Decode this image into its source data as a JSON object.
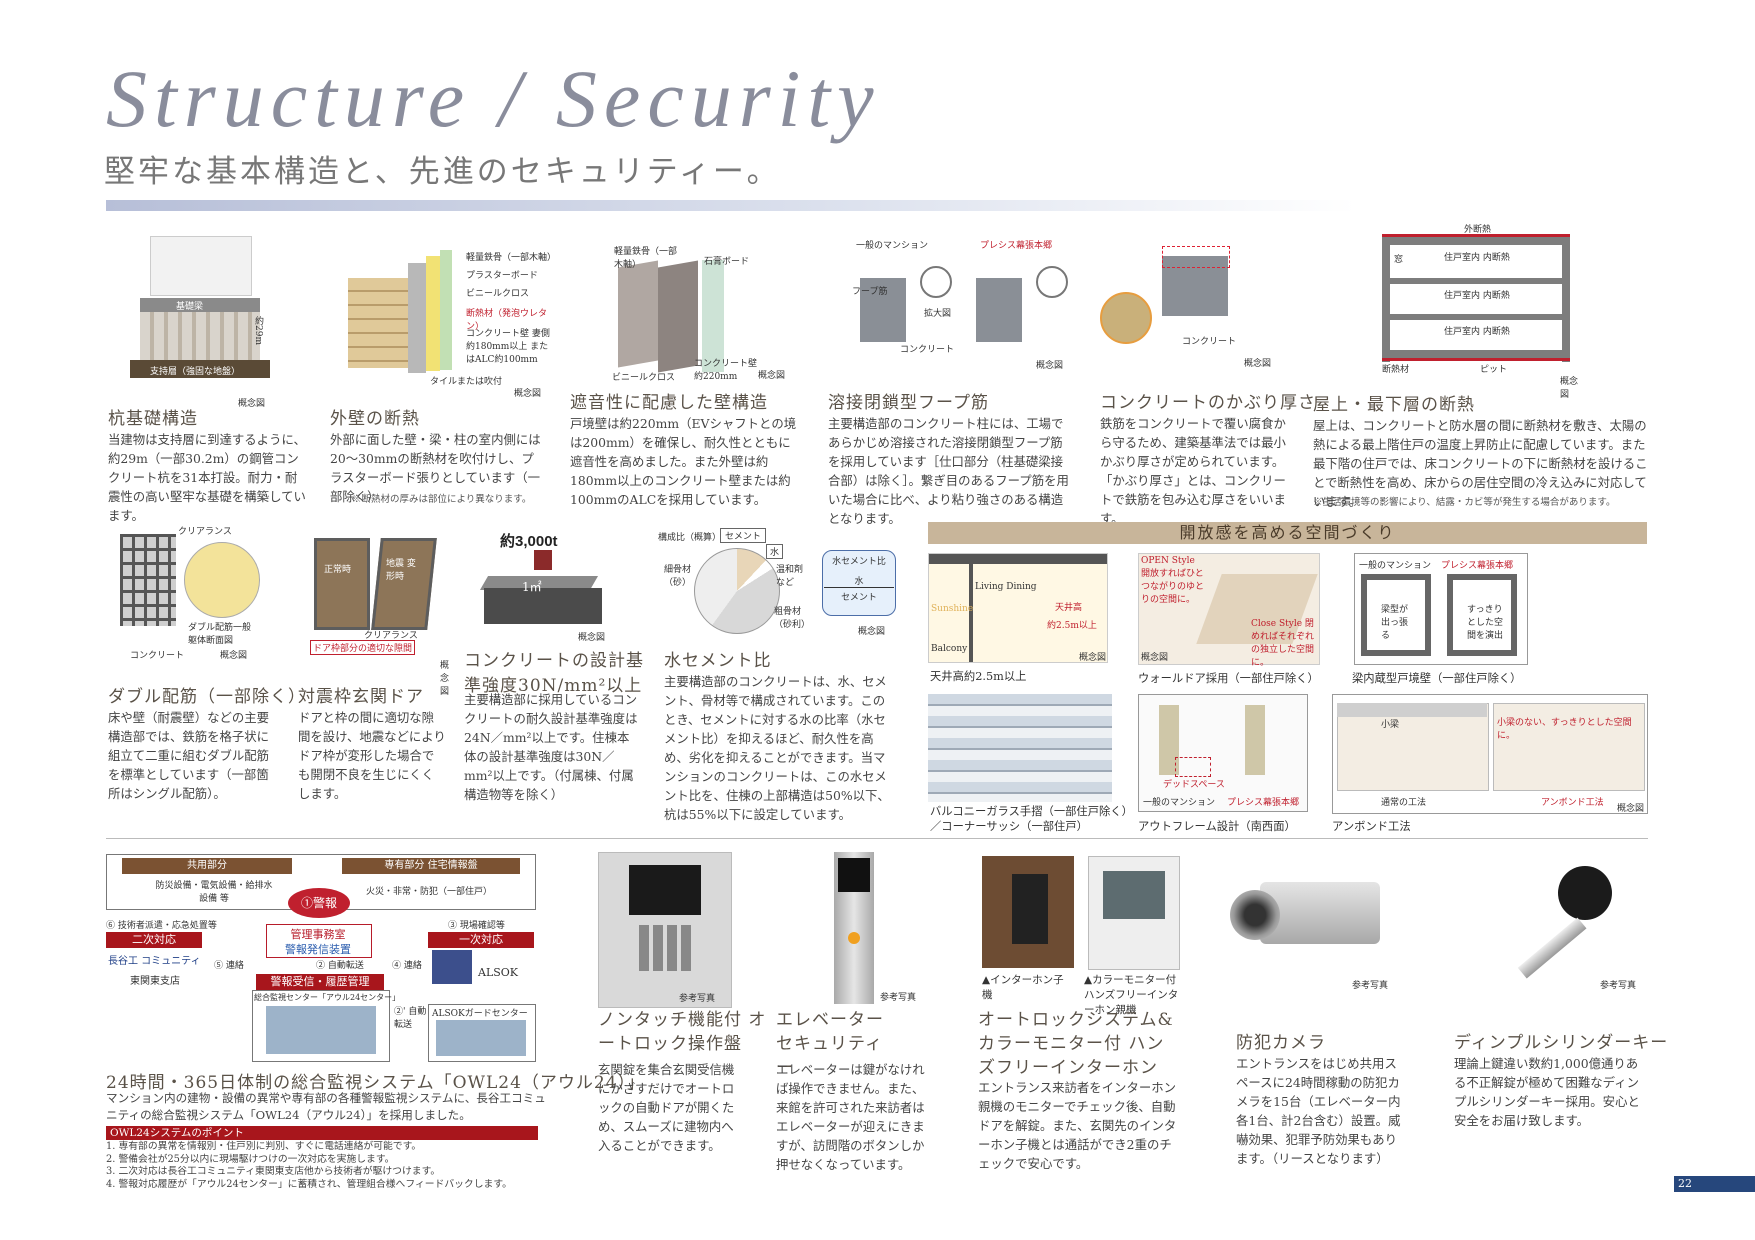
{
  "header": {
    "title_en": "Structure / Security",
    "title_jp": "堅牢な基本構造と、先進のセキュリティー。"
  },
  "structure": [
    {
      "heading": "杭基礎構造",
      "body": "当建物は支持層に到達するように、約29m（一部30.2m）の鋼管コンクリート杭を31本打設。耐力・耐震性の高い堅牢な基礎を構築しています。",
      "labels": {
        "beam": "基礎梁",
        "layer": "支持層（強固な地盤）",
        "depth": "約29m",
        "concept": "概念図"
      }
    },
    {
      "heading": "外壁の断熱",
      "body": "外部に面した壁・梁・柱の室内側には20〜30mmの断熱材を吹付けし、プラスターボード張りとしています（一部除く）",
      "note": "※断熱材の厚みは部位により異なります。",
      "labels": [
        "軽量鉄骨（一部木軸）",
        "プラスターボード",
        "ビニールクロス",
        "断熱材（発泡ウレタン）",
        "コンクリート壁 妻側約180mm以上 またはALC約100mm",
        "タイルまたは吹付",
        "概念図"
      ]
    },
    {
      "heading": "遮音性に配慮した壁構造",
      "body": "戸境壁は約220mm（EVシャフトとの境は200mm）を確保し、耐久性とともに遮音性を高めました。また外壁は約180mm以上のコンクリート壁または約100mmのALCを採用しています。",
      "labels": [
        "軽量鉄骨（一部木軸）",
        "石膏ボード",
        "コンクリート壁 約220mm",
        "ビニールクロス",
        "概念図"
      ]
    },
    {
      "heading": "溶接閉鎖型フープ筋",
      "body": "主要構造部のコンクリート柱には、工場であらかじめ溶接された溶接閉鎖型フープ筋を採用しています［仕口部分（柱基礎梁接合部）は除く］。繋ぎ目のあるフープ筋を用いた場合に比べ、より粘り強さのある構造となります。",
      "labels": [
        "一般のマンション",
        "プレシス幕張本郷",
        "フープ筋",
        "拡大図",
        "コンクリート",
        "概念図"
      ]
    },
    {
      "heading": "コンクリートのかぶり厚さ",
      "body": "鉄筋をコンクリートで覆い腐食から守るため、建築基準法では最小かぶり厚さが定められています。「かぶり厚さ」とは、コンクリートで鉄筋を包み込む厚さをいいます。",
      "labels": [
        "コンクリート",
        "概念図"
      ]
    },
    {
      "heading": "屋上・最下層の断熱",
      "body": "屋上は、コンクリートと防水層の間に断熱材を敷き、太陽の熱による最上階住戸の温度上昇防止に配慮しています。また最下階の住戸では、床コンクリートの下に断熱材を設けることで断熱性を高め、床からの居住空間の冷え込みに対応しています。",
      "note": "※生活環境等の影響により、結露・カビ等が発生する場合があります。",
      "labels": [
        "外断熱",
        "窓",
        "住戸室内 内断熱",
        "断熱材",
        "ピット",
        "概念図"
      ]
    },
    {
      "heading": "ダブル配筋（一部除く）",
      "body": "床や壁（耐震壁）などの主要構造部では、鉄筋を格子状に組立て二重に組むダブル配筋を標準としています（一部箇所はシングル配筋）。",
      "labels": [
        "クリアランス",
        "ダブル配筋一般 躯体断面図",
        "コンクリート",
        "概念図"
      ]
    },
    {
      "heading": "対震枠玄関ドア",
      "body": "ドアと枠の間に適切な隙間を設け、地震などによりドア枠が変形した場合でも開閉不良を生じにくくします。",
      "labels": [
        "正常時",
        "地震 変形時",
        "クリアランス",
        "ドア枠部分の適切な隙間",
        "概念図"
      ]
    },
    {
      "heading": "コンクリートの設計基準強度30N/mm²以上",
      "body": "主要構造部に採用しているコンクリートの耐久設計基準強度は24N／mm²以上です。住棟本体の設計基準強度は30N／mm²以上です。（付属棟、付属構造物等を除く）",
      "labels": {
        "weight": "約3,000t",
        "area": "1㎡",
        "concept": "概念図"
      }
    },
    {
      "heading": "水セメント比",
      "body": "主要構造部のコンクリートは、水、セメント、骨材等で構成されています。このとき、セメントに対する水の比率（水セメント比）を抑えるほど、耐久性を高め、劣化を抑えることができます。当マンションのコンクリートは、この水セメント比を、住棟の上部構造は50%以下、杭は55%以下に設定しています。",
      "labels": [
        "構成比（概算）",
        "セメント",
        "水",
        "温和剤など",
        "粗骨材（砂利）",
        "細骨材（砂）",
        "水セメント比",
        "水",
        "セメント",
        "概念図"
      ]
    }
  ],
  "space": {
    "band_title": "開放感を高める空間づくり",
    "items": [
      {
        "caption": "天井高約2.5m以上",
        "labels": [
          "Living Dining",
          "Sunshine",
          "Balcony",
          "天井高",
          "約2.5m以上",
          "概念図"
        ]
      },
      {
        "caption": "ウォールドア採用（一部住戸除く）",
        "labels": [
          "OPEN Style 開放すればひとつながりのゆとりの空間に。",
          "Close Style 閉めればそれぞれの独立した空間に。",
          "概念図"
        ]
      },
      {
        "caption": "梁内蔵型戸境壁（一部住戸除く）",
        "labels": [
          "一般のマンション",
          "プレシス幕張本郷",
          "梁型が出っ張る",
          "すっきりとした空間を演出"
        ]
      },
      {
        "caption": "バルコニーガラス手摺（一部住戸除く）／コーナーサッシ（一部住戸）"
      },
      {
        "caption": "アウトフレーム設計（南西面）",
        "labels": [
          "デッドスペース",
          "一般のマンション",
          "プレシス幕張本郷"
        ]
      },
      {
        "caption": "アンボンド工法",
        "labels": [
          "小梁",
          "小梁のない、すっきりとした空間に。",
          "通常の工法",
          "アンボンド工法",
          "概念図"
        ]
      }
    ]
  },
  "security": {
    "diagram": {
      "common": "共用部分",
      "private": "専有部分 住宅情報盤",
      "common_items": "防災設備・電気設備・給排水設備 等",
      "private_items": "火災・非常・防犯（一部住戸）",
      "alarm": "①警報",
      "mgmt": "管理事務室",
      "mgmt2": "警報発信装置",
      "step2": "② 自動転送",
      "step2b": "②' 自動転送",
      "step3": "③ 現場確認等",
      "step4": "④ 連絡",
      "step5": "⑤ 連絡",
      "step6": "⑥ 技術者派遣・応急処置等",
      "second": "二次対応",
      "first": "一次対応",
      "company": "長谷工 コミュニティ",
      "branch": "東関東支店",
      "alsok": "ALSOK",
      "center": "警報受信・履歴管理",
      "center_sub": "総合監視センター「アウル24センター」",
      "guard": "ALSOKガードセンター"
    },
    "owl_heading": "24時間・365日体制の総合監視システム「OWL24（アウル24）」",
    "owl_body": "マンション内の建物・設備の異常や専有部の各種警報監視システムに、長谷工コミュニティの総合監視システム「OWL24（アウル24）」を採用しました。",
    "owl_points_title": "OWL24システムのポイント",
    "owl_points": [
      "1. 専有部の異常を情報別・住戸別に判別、すぐに電話連絡が可能です。",
      "2. 警備会社が25分以内に現場駆けつけの一次対応を実施します。",
      "3. 二次対応は長谷工コミュニティ東関東支店他から技術者が駆けつけます。",
      "4. 警報対応履歴が「アウル24センター」に蓄積され、管理組合様へフィードバックします。"
    ],
    "features": [
      {
        "heading": "ノンタッチ機能付 オートロック操作盤",
        "body": "玄関錠を集合玄関受信機にかざすだけでオートロックの自動ドアが開くため、スムーズに建物内へ入ることができます。",
        "ref": "参考写真"
      },
      {
        "heading": "エレベーター セキュリティー",
        "body": "エレベーターは鍵がなければ操作できません。また、来館を許可された来訪者はエレベーターが迎えにきますが、訪問階のボタンしか押せなくなっています。",
        "ref": "参考写真"
      },
      {
        "heading": "オートロックシステム& カラーモニター付 ハンズフリーインターホン",
        "body": "エントランス来訪者をインターホン親機のモニターでチェック後、自動ドアを解錠。また、玄関先のインターホン子機とは通話ができ2重のチェックで安心です。",
        "cap1": "▲インターホン子機",
        "cap2": "▲カラーモニター付ハンズフリーインターホン親機"
      },
      {
        "heading": "防犯カメラ",
        "body": "エントランスをはじめ共用スペースに24時間稼動の防犯カメラを15台（エレベーター内各1台、計2台含む）設置。威嚇効果、犯罪予防効果もあります。（リースとなります）",
        "ref": "参考写真"
      },
      {
        "heading": "ディンプルシリンダーキー",
        "body": "理論上鍵違い数約1,000億通りある不正解錠が極めて困難なディンプルシリンダーキー採用。安心と安全をお届け致します。",
        "ref": "参考写真"
      }
    ]
  },
  "page_number": "22",
  "colors": {
    "heading": "#5a5248",
    "accent_red": "#c0202e",
    "band": "#c8b59a",
    "page_bar": "#26477c"
  }
}
